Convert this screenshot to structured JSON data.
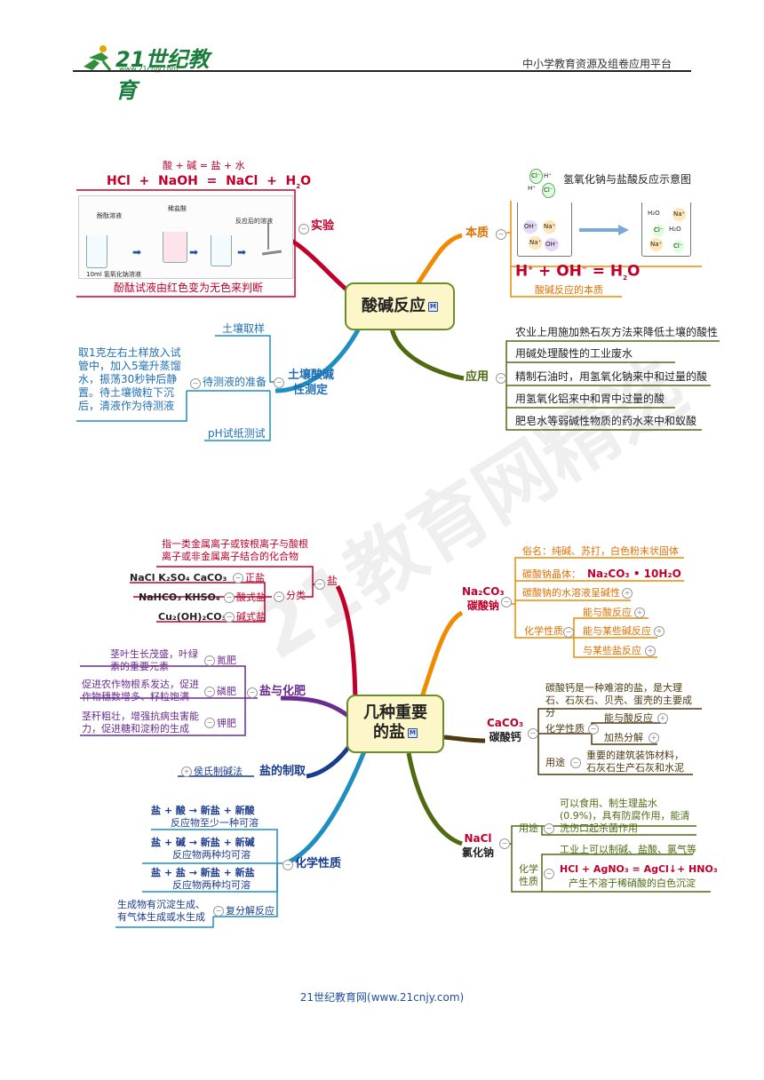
{
  "header": {
    "logo_text": "21世纪教育",
    "logo_url": "www.21cnjy.com",
    "platform": "中小学教育资源及组卷应用平台"
  },
  "footer": {
    "text": "21世纪教育网(www.21cnjy.com)"
  },
  "watermark": {
    "text": "21教育网精选"
  },
  "map1": {
    "center": "酸碱反应",
    "badge": "M",
    "experiment": {
      "label": "实验",
      "word_eq": "酸 + 碱 = 盐 + 水",
      "eq": {
        "a": "HCl",
        "plus1": "+",
        "b": "NaOH",
        "eq": "=",
        "c": "NaCl",
        "plus2": "+",
        "d": "H",
        "d_sub": "2",
        "d2": "O"
      },
      "img_labels": [
        "酚酞溶液",
        "稀盐酸",
        "反应后的溶液",
        "10ml 氢氧化钠溶液"
      ],
      "note": "酚酞试液由红色变为无色来判断"
    },
    "essence": {
      "label": "本质",
      "diagram_title": "氢氧化钠与盐酸反应示意图",
      "ions_left": [
        "Cl⁻",
        "H⁺",
        "OH⁻",
        "Na⁺",
        "Na⁺",
        "OH⁻"
      ],
      "ions_right": [
        "H₂O",
        "Na⁺",
        "Cl⁻",
        "H₂O",
        "Na⁺",
        "Cl⁻"
      ],
      "top_ions": [
        "Cl⁻",
        "H⁺",
        "H⁺",
        "Cl⁻"
      ],
      "eq": {
        "a": "H",
        "a_sup": "+",
        "plus": "+",
        "b": "OH",
        "b_sup": "−",
        "eq": "=",
        "c": "H",
        "c_sub": "2",
        "c2": "O"
      },
      "note": "酸碱反应的本质"
    },
    "soil": {
      "label_line1": "土壤酸碱",
      "label_line2": "性测定",
      "items": [
        "土壤取样",
        "待测液的准备",
        "pH试纸测试"
      ],
      "detail": "取1克左右土样放入试管中，加入5毫升蒸馏水，振荡30秒钟后静置。待土壤微粒下沉后，清液作为待测液"
    },
    "application": {
      "label": "应用",
      "items": [
        "农业上用施加熟石灰方法来降低土壤的酸性",
        "用碱处理酸性的工业废水",
        "精制石油时，用氢氧化钠来中和过量的酸",
        "用氢氧化铝来中和胃中过量的酸",
        "肥皂水等弱碱性物质的药水来中和蚁酸"
      ]
    }
  },
  "map2": {
    "center_line1": "几种重要",
    "center_line2": "的盐",
    "badge": "M",
    "salt": {
      "label": "盐",
      "definition": "指一类金属离子或铵根离子与酸根离子或非金属离子结合的化合物",
      "classify": "分类",
      "normal": {
        "label": "正盐",
        "items": "NaCl    K₂SO₄   CaCO₃"
      },
      "acid": {
        "label": "酸式盐",
        "items": "NaHCO₃    KHSO₄"
      },
      "basic": {
        "label": "碱式盐",
        "items": "Cu₂(OH)₂CO₃"
      }
    },
    "fertilizer": {
      "label": "盐与化肥",
      "items": [
        {
          "name": "氮肥",
          "desc": "茎叶生长茂盛，叶绿素的重要元素"
        },
        {
          "name": "磷肥",
          "desc": "促进农作物根系发达，促进作物穗数增多、籽粒饱满"
        },
        {
          "name": "钾肥",
          "desc": "茎秆粗壮，增强抗病虫害能力，促进糖和淀粉的生成"
        }
      ]
    },
    "prep": {
      "label": "盐的制取",
      "item": "侯氏制碱法"
    },
    "chem": {
      "label": "化学性质",
      "rows": [
        {
          "eq": "盐 +  酸  →  新盐 + 新酸",
          "cond": "反应物至少一种可溶"
        },
        {
          "eq": "盐 +  碱  →  新盐 + 新碱",
          "cond": "反应物两种均可溶"
        },
        {
          "eq": "盐 +  盐  →  新盐 + 新盐",
          "cond": "反应物两种均可溶"
        }
      ],
      "double": {
        "label": "复分解反应",
        "desc": "生成物有沉淀生成、有气体生成或水生成"
      }
    },
    "na2co3": {
      "label_formula": "Na₂CO₃",
      "label_name": "碳酸钠",
      "alias": "俗名：纯碱、苏打，白色粉末状固体",
      "crystal": "碳酸钠晶体：",
      "crystal_formula": "Na₂CO₃ • 10H₂O",
      "alkaline": "碳酸钠的水溶液呈碱性",
      "chem_label": "化学性质",
      "chem_items": [
        "能与酸反应",
        "能与某些碱反应",
        "与某些盐反应"
      ]
    },
    "caco3": {
      "label_formula": "CaCO₃",
      "label_name": "碳酸钙",
      "desc": "碳酸钙是一种难溶的盐，是大理石、石灰石、贝壳、蛋壳的主要成分",
      "chem_label": "化学性质",
      "chem_items": [
        "能与酸反应",
        "加热分解"
      ],
      "use_label": "用途",
      "use": "重要的建筑装饰材料，石灰石生产石灰和水泥"
    },
    "nacl": {
      "label_formula": "NaCl",
      "label_name": "氯化钠",
      "use_label": "用途",
      "uses": [
        "可以食用、制生理盐水(0.9%)，具有防腐作用，能清洗伤口起杀菌作用",
        "工业上可以制碱、盐酸、氯气等"
      ],
      "chem_label_1": "化学",
      "chem_label_2": "性质",
      "reaction": "HCl + AgNO₃ = AgCl↓+ HNO₃",
      "reaction_note": "产生不溶于稀硝酸的白色沉淀"
    }
  }
}
